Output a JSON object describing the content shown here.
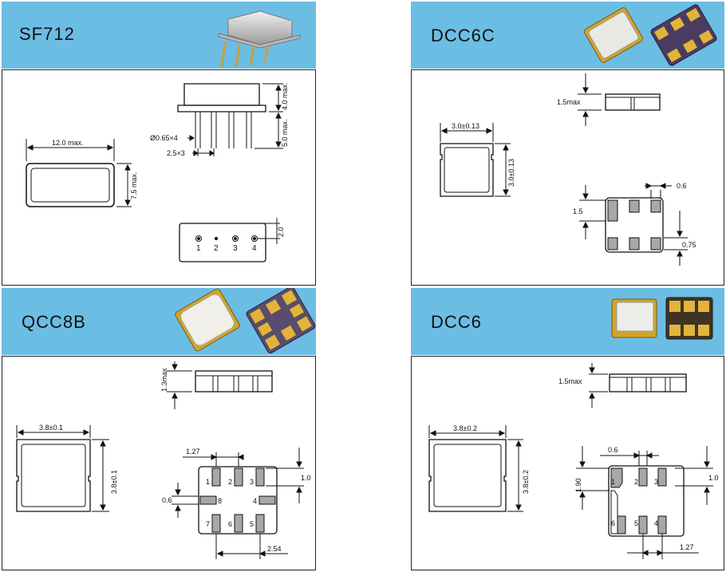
{
  "panels": {
    "sf712": {
      "title": "SF712",
      "dims": {
        "width": "12.0 max.",
        "height": "7.5 max.",
        "pin_dia": "Ø0.65×4",
        "pitch": "2.5×3",
        "top_h": "4.0 max.",
        "lead_h": "5.0 max.",
        "pin_row": "2.0"
      },
      "pins": [
        "1",
        "2",
        "3",
        "4"
      ]
    },
    "dcc6c": {
      "title": "DCC6C",
      "dims": {
        "height": "1.5max",
        "w": "3.0±0.13",
        "h": "3.0±0.13",
        "pad_w": "0.6",
        "pad_h": "1.5",
        "gap": "0.75"
      }
    },
    "qcc8b": {
      "title": "QCC8B",
      "dims": {
        "height": "1.3max",
        "w": "3.8±0.1",
        "h": "3.8±0.1",
        "pitch": "1.27",
        "pad_h": "1.0",
        "side_h": "0.6",
        "span": "2.54"
      },
      "pins": [
        "1",
        "2",
        "3",
        "4",
        "5",
        "6",
        "7",
        "8"
      ]
    },
    "dcc6": {
      "title": "DCC6",
      "dims": {
        "height": "1.5max",
        "w": "3.8±0.2",
        "h": "3.8±0.2",
        "pad_w": "0.6",
        "pad_len": "1.90",
        "pad_h": "1.0",
        "pitch": "1.27"
      },
      "pins": [
        "1",
        "2",
        "3",
        "4",
        "5",
        "6"
      ]
    }
  },
  "colors": {
    "header": "#6cbde4",
    "pad": "#a8a8a8",
    "line": "#111111"
  }
}
